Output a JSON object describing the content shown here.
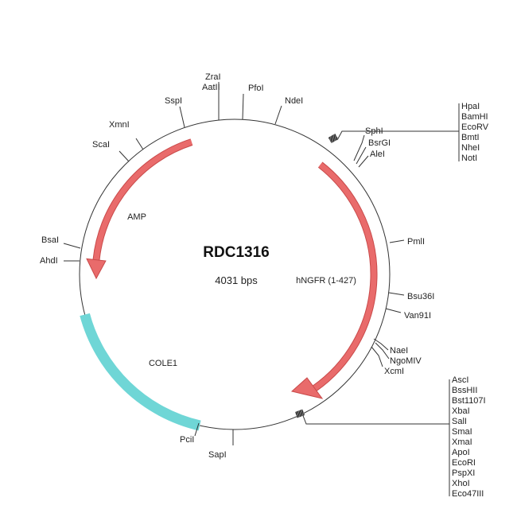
{
  "plasmid": {
    "name": "RDC1316",
    "size": "4031 bps"
  },
  "features": {
    "amp": "AMP",
    "hngfr": "hNGFR (1-427)",
    "cole1": "COLE1"
  },
  "colors": {
    "arrow": "#e96b6b",
    "ori": "#6fd6d6"
  },
  "sites": {
    "zrai": "ZraI",
    "aatii": "AatII",
    "pfoi": "PfoI",
    "ndei": "NdeI",
    "sspi": "SspI",
    "xmni": "XmnI",
    "scai": "ScaI",
    "bsai": "BsaI",
    "ahdi": "AhdI",
    "pmli": "PmlI",
    "bsu36i": "Bsu36I",
    "van91i": "Van91I",
    "pcii": "PciI",
    "sapi": "SapI",
    "sphi": "SphI",
    "bsrgi": "BsrGI",
    "alei": "AleI",
    "naei": "NaeI",
    "ngomiv": "NgoMIV",
    "xcmi": "XcmI"
  },
  "mcs_top": [
    "HpaI",
    "BamHI",
    "EcoRV",
    "BmtI",
    "NheI",
    "NotI"
  ],
  "mcs_bottom": [
    "AscI",
    "BssHII",
    "Bst1107I",
    "XbaI",
    "SalI",
    "SmaI",
    "XmaI",
    "ApoI",
    "EcoRI",
    "PspXI",
    "XhoI",
    "Eco47III"
  ]
}
